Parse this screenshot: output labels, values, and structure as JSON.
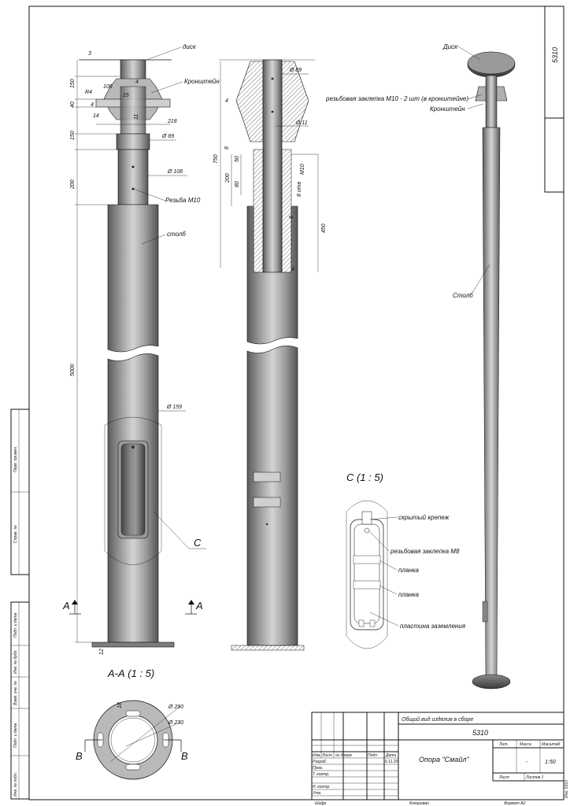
{
  "sheet": {
    "corner_number": "5310",
    "format": "Формат А2",
    "copied": "Копировал",
    "cipher": "Шифр",
    "side_code": "Инв. 5310"
  },
  "left_stamps": [
    "Перв. примен.",
    "Справ. №",
    "Подп. и дата",
    "Инв. № дубл.",
    "Взам. инв. №",
    "Подп. и дата",
    "Инв. № подл."
  ],
  "view1": {
    "callouts": {
      "disk": "диск",
      "bracket": "Кронштейн",
      "thread": "Резьба М10",
      "pole": "столб"
    },
    "dims": {
      "d3": "3",
      "d150a": "150",
      "d40": "40",
      "d150b": "150",
      "d200": "200",
      "d5000": "5000",
      "d12": "12",
      "r4": "R4",
      "d109": "109",
      "d15": "15",
      "d4a": "4",
      "d4b": "4",
      "d14": "14",
      "d11": "11",
      "d218": "218",
      "dia89": "Ø 89",
      "dia108": "Ø 108",
      "dia159": "Ø 159"
    },
    "section_letter": "A",
    "detail_letter": "C"
  },
  "view2": {
    "dims": {
      "dia89": "Ø 89",
      "dia11": "Ø 11",
      "d4a": "4",
      "d750": "750",
      "d8": "8",
      "d200": "200",
      "d50": "50",
      "d80": "80",
      "m10": "М10",
      "holes": "8 отв",
      "d8b": "8",
      "d450": "450",
      "d4b": "4"
    }
  },
  "view3": {
    "callouts": {
      "disk": "Диск",
      "rivet": "резьбовая заклепка М10 - 2 шт (в кронштейне)",
      "bracket": "Кронштейн",
      "pole": "Столб"
    }
  },
  "section_aa": {
    "title": "А-А (1 : 5)",
    "letter": "В",
    "dims": {
      "dia290": "Ø 290",
      "dia230": "Ø 230",
      "d18": "18"
    }
  },
  "detail_c": {
    "title": "С (1 : 5)",
    "callouts": {
      "hidden": "скрытый крепеж",
      "rivet": "резьбовая заклепка М8",
      "plank1": "планка",
      "plank2": "планка",
      "ground": "пластина заземления"
    }
  },
  "title_block": {
    "header": "Общий вид изделия в сборе",
    "doc_number": "5310",
    "name": "Опора \"Смайл\"",
    "rows": {
      "izm": "Изм.",
      "list": "Лист",
      "docnum": "№ докум.",
      "sign": "Подп.",
      "date": "Дата"
    },
    "roles": {
      "razrab": "Разраб.",
      "prov": "Пров.",
      "tkontr": "Т. контр.",
      "nkontr": "Н. контр.",
      "utv": "Утв."
    },
    "date_value": "6.11.20",
    "lit": "Лит.",
    "mass": "Масса",
    "scale_label": "Масштаб",
    "mass_value": "-",
    "scale_value": "1:50",
    "sheet": "Лист",
    "sheets": "Листов 1"
  }
}
